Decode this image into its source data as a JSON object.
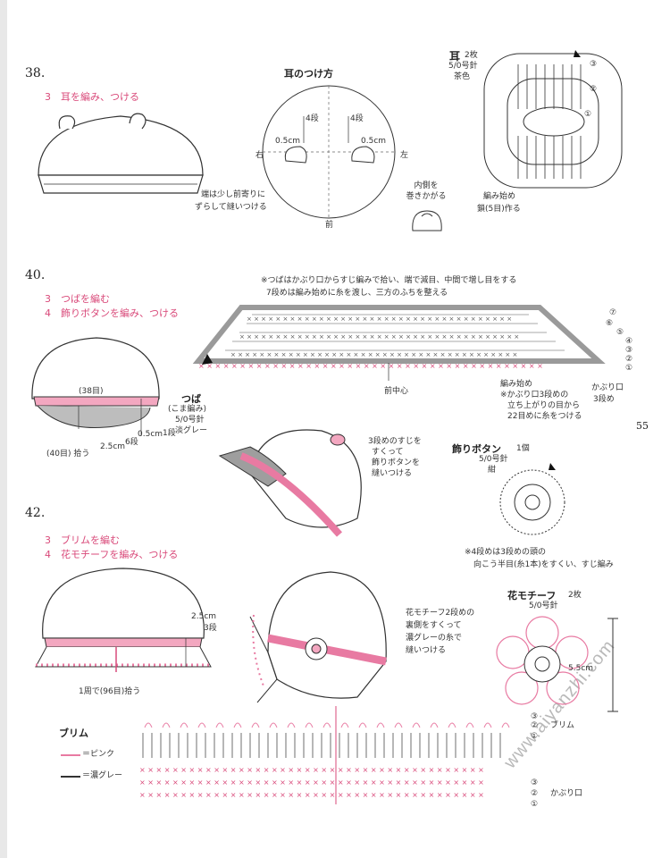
{
  "page_number": "55",
  "watermark": "www.aiyanzhi.com",
  "colors": {
    "pink": "#e87aa2",
    "gray": "#8c8c8c",
    "text": "#222222",
    "accent": "#d94a7a"
  },
  "sec38": {
    "num": "38.",
    "step3": "3　耳を編み、つける",
    "attach_title": "耳のつけ方",
    "four_dan_l": "4段",
    "four_dan_r": "4段",
    "cm_l": "0.5cm",
    "cm_r": "0.5cm",
    "right": "右",
    "left": "左",
    "front": "前",
    "note1": "端は少し前寄りに",
    "note2": "ずらして縫いつける",
    "inner1": "内側を",
    "inner2": "巻きかがる",
    "ear_title": "耳",
    "ear_count": "2枚",
    "ear_needle": "5/0号針",
    "ear_color": "茶色",
    "ear_start1": "編み始め",
    "ear_start2": "鎖(5目)作る",
    "rows": [
      "③",
      "②",
      "①"
    ]
  },
  "sec40": {
    "num": "40.",
    "step3": "3　つばを編む",
    "step4": "4　飾りボタンを編み、つける",
    "brim_note1": "※つばはかぶり口からすじ編みで拾い、端で減目、中間で増し目をする",
    "brim_note2": "7段めは編み始めに糸を渡し、三方のふちを整える",
    "center_front": "前中心",
    "start": "編み始め",
    "s_note1": "※かぶり口3段めの",
    "s_note2": "立ち上がりの目から",
    "s_note3": "22目めに糸をつける",
    "kaburi1": "かぶり口",
    "kaburi2": "3段め",
    "rows": [
      "⑦",
      "⑥",
      "⑤",
      "④",
      "③",
      "②",
      "①"
    ],
    "count38": "(38目)",
    "count40": "(40目) 拾う",
    "tsuba": "つば",
    "tsuba_method": "(こま編み)",
    "tsuba_needle": "5/0号針",
    "tsuba_color": "淡グレー",
    "cm05": "0.5cm",
    "one_dan": "1段",
    "cm25": "2.5cm",
    "six_dan": "6段",
    "btn_note1": "3段めのすじを",
    "btn_note2": "すくって",
    "btn_note3": "飾りボタンを",
    "btn_note4": "縫いつける",
    "btn_title": "飾りボタン",
    "btn_count": "1個",
    "btn_needle": "5/0号針",
    "btn_color": "紺",
    "btn_note_a": "※4段めは3段めの頭の",
    "btn_note_b": "向こう半目(糸1本)をすくい、すじ編み"
  },
  "sec42": {
    "num": "42.",
    "step3": "3　ブリムを編む",
    "step4": "4　花モチーフを編み、つける",
    "cm25": "2.5cm",
    "three_dan": "3段",
    "around": "1周で(96目)拾う",
    "flower_note1": "花モチーフ2段めの",
    "flower_note2": "裏側をすくって",
    "flower_note3": "濃グレーの糸で",
    "flower_note4": "縫いつける",
    "flower_title": "花モチーフ",
    "flower_count": "2枚",
    "flower_needle": "5/0号針",
    "flower_size": "5.5cm",
    "brim_title": "ブリム",
    "legend_pink": "＝ピンク",
    "legend_gray": "＝濃グレー",
    "brim_label": "ブリム",
    "kaburi_label": "かぶり口",
    "brim_rows": [
      "③",
      "②",
      "①"
    ],
    "kaburi_rows": [
      "③",
      "②",
      "①"
    ]
  }
}
